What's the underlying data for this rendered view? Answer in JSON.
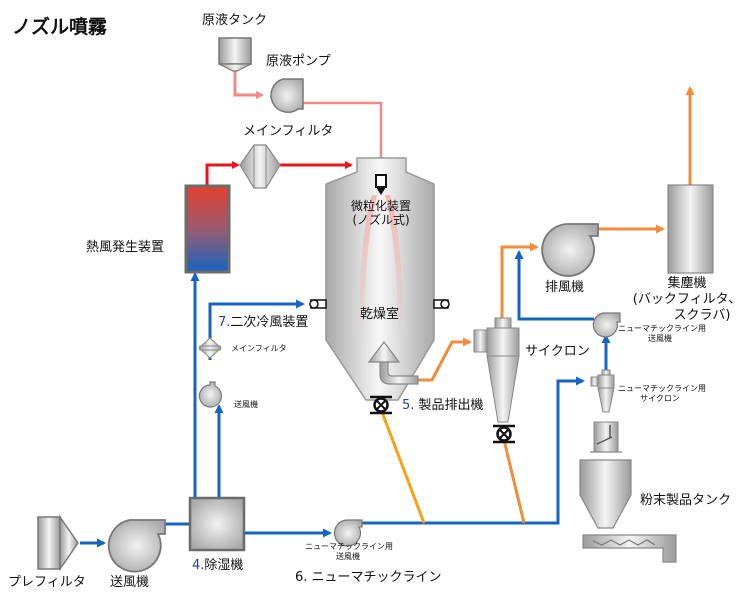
{
  "title": "ノズル噴霧",
  "colors": {
    "liquid_line": "#f08a84",
    "hot_air_line": "#e8141e",
    "air_line": "#1565c0",
    "exhaust_line": "#f08c3c",
    "product_line": "#f5a21a"
  },
  "labels": {
    "raw_tank": "原液タンク",
    "raw_pump": "原液ポンプ",
    "main_filter_top": "メインフィルタ",
    "hot_air_generator": "熱風発生装置",
    "atomizer_line1": "微粒化装置",
    "atomizer_line2": "(ノズル式)",
    "drying_chamber": "乾燥室",
    "secondary_cooling_num": "7.",
    "secondary_cooling": "二次冷風装置",
    "main_filter_small": "メインフィルタ",
    "blower_small": "送風機",
    "product_discharge_num": "5.",
    "product_discharge": "製品排出機",
    "cyclone": "サイクロン",
    "exhaust_fan": "排風機",
    "dust_collector_line1": "集塵機",
    "dust_collector_line2": "(バックフィルタ、",
    "dust_collector_line3": "スクラバ)",
    "pneumatic_blower_line1": "ニューマチックライン用",
    "pneumatic_blower_line2": "送風機",
    "pneumatic_cyclone_line1": "ニューマチックライン用",
    "pneumatic_cyclone_line2": "サイクロン",
    "powder_tank": "粉末製品タンク",
    "prefilter": "プレフィルタ",
    "blower": "送風機",
    "dehumidifier_num": "4.",
    "dehumidifier": "除湿機",
    "bottom_blower_line1": "ニューマチックライン用",
    "bottom_blower_line2": "送風機",
    "pneumatic_line_num": "6.",
    "pneumatic_line": "ニューマチックライン"
  }
}
